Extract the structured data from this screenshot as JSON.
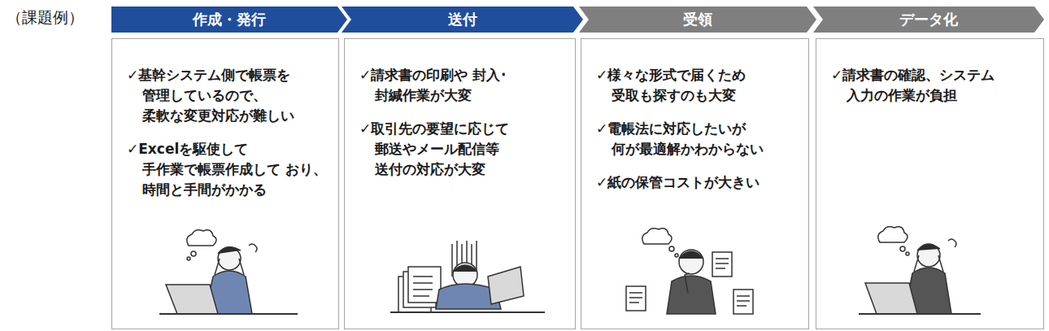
{
  "diagram": {
    "nodes": [
      {
        "text": [
          "作成・発行"
        ]
      },
      {
        "text": [
          "✓基幹システム側で帳票を 管理しているので、 柔軟な変更対応が難しい",
          "✓Excelを駆使して 手作業で帳票作成して おり、時間と手間がかかる"
        ]
      },
      {
        "text": [
          "送付"
        ]
      },
      {
        "text": [
          "✓請求書の印刷や 封入･封緘作業が大変",
          "✓取引先の要望に応じて 郵送やメール配信等 送付の対応が大変"
        ]
      },
      {
        "text": [
          "受領"
        ]
      },
      {
        "text": [
          "✓様々な形式で届くため 受取も探すのも大変",
          "✓電帳法に対応したいが 何が最適解かわからない",
          "✓紙の保管コストが大きい"
        ]
      },
      {
        "text": [
          "データ化"
        ]
      },
      {
        "text": [
          "✓請求書の確認、システム 入力の作業が負担"
        ]
      }
    ],
    "labels": [
      "（課題例）"
    ]
  }
}
